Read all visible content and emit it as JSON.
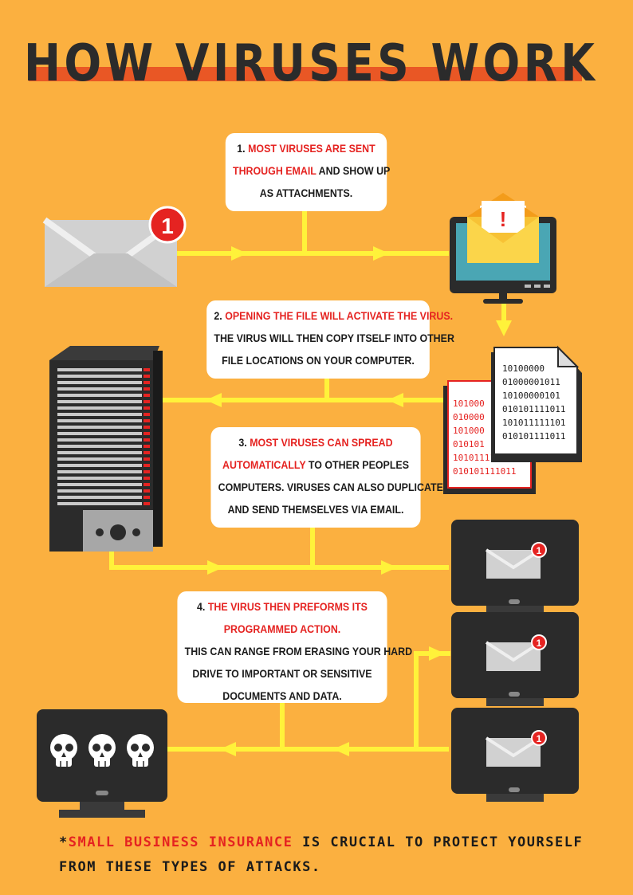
{
  "title": "HOW VIRUSES WORK",
  "steps": [
    {
      "number": "1.",
      "highlight": "MOST VIRUSES ARE SENT",
      "highlight_2": "THROUGH EMAIL",
      "text_2": "AND SHOW UP",
      "text_3": "AS ATTACHMENTS."
    },
    {
      "number": "2.",
      "highlight": "OPENING THE FILE WILL ACTIVATE THE VIRUS.",
      "text_2": "THE VIRUS WILL THEN COPY ITSELF INTO OTHER",
      "text_3": "FILE LOCATIONS ON YOUR COMPUTER."
    },
    {
      "number": "3.",
      "highlight": "MOST VIRUSES CAN SPREAD",
      "highlight_2": "AUTOMATICALLY",
      "text_2": "TO OTHER PEOPLES",
      "text_3": "COMPUTERS. VIRUSES CAN ALSO DUPLICATE",
      "text_4": "AND SEND THEMSELVES VIA EMAIL."
    },
    {
      "number": "4.",
      "highlight": "THE VIRUS THEN PREFORMS ITS",
      "highlight_2": "PROGRAMMED ACTION.",
      "text_3": "THIS CAN RANGE FROM ERASING YOUR HARD",
      "text_4": "DRIVE TO IMPORTANT OR SENSITIVE",
      "text_5": "DOCUMENTS AND DATA."
    }
  ],
  "email_badge": "1",
  "monitor_alert": "!",
  "binary_black": [
    "10100000",
    "01000001011",
    "10100000101",
    "010101111011",
    "101011111101",
    "010101111011"
  ],
  "binary_red": [
    "101000",
    "010000",
    "101000",
    "010101",
    "101011111101",
    "010101111011"
  ],
  "footer": {
    "prefix": "*",
    "highlight": "SMALL BUSINESS INSURANCE",
    "text": "IS CRUCIAL TO PROTECT YOURSELF FROM THESE TYPES OF ATTACKS."
  },
  "colors": {
    "background": "#fbb040",
    "accent": "#e95725",
    "highlight_text": "#e52321",
    "arrow": "#fff23a",
    "dark": "#2b2b2b"
  }
}
